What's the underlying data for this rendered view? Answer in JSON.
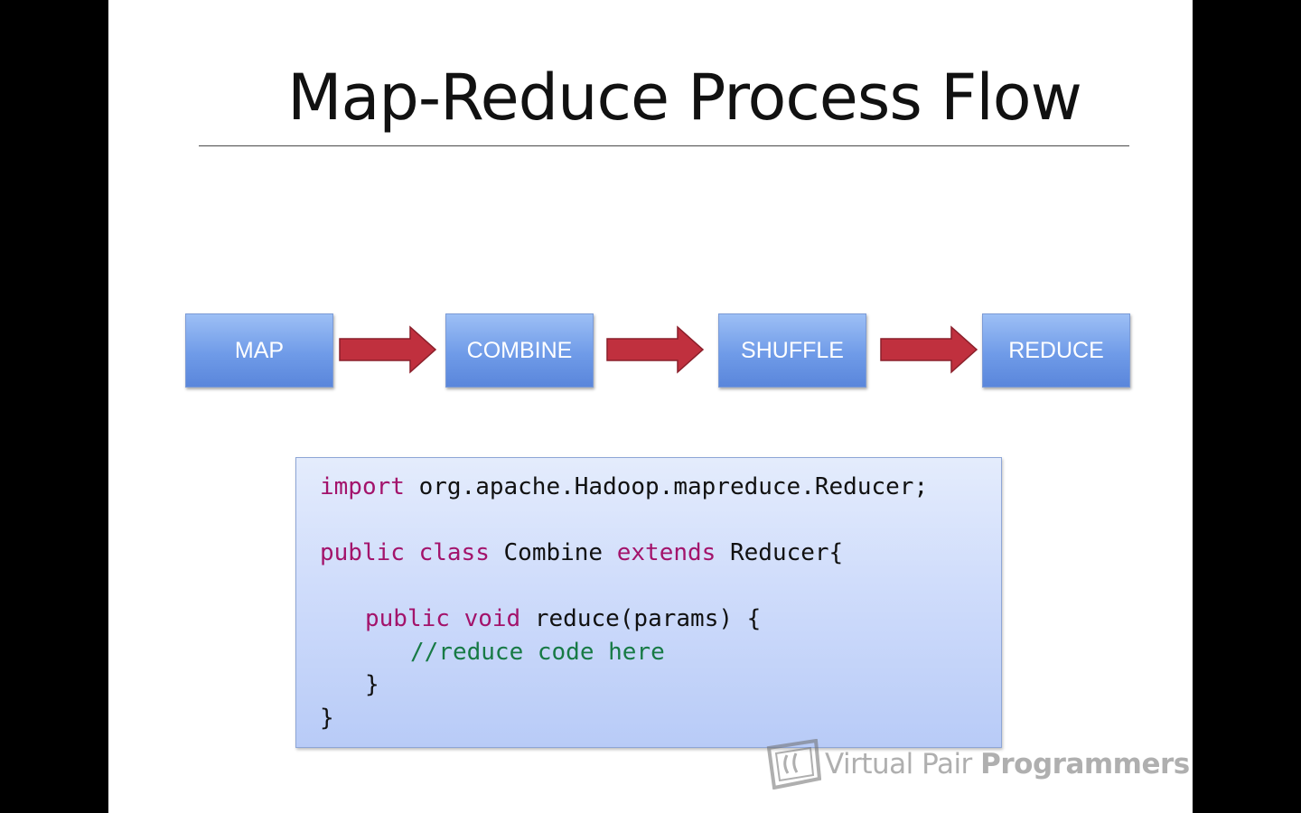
{
  "slide": {
    "title": "Map-Reduce Process Flow"
  },
  "flow": {
    "steps": [
      "MAP",
      "COMBINE",
      "SHUFFLE",
      "REDUCE"
    ]
  },
  "code": {
    "import_kw": "import",
    "import_rest": " org.apache.Hadoop.mapreduce.Reducer;",
    "line2_public": "public",
    "line2_class": "class",
    "line2_name": " Combine ",
    "line2_extends": "extends",
    "line2_rest": " Reducer{",
    "line3_public": "public",
    "line3_void": "void",
    "line3_rest": " reduce(params) {",
    "comment": "//reduce code here",
    "close_inner": "}",
    "close_outer": "}"
  },
  "watermark": {
    "light": "Virtual Pair ",
    "strong": "Programmers"
  },
  "colors": {
    "box_top": "#9dbff5",
    "box_bottom": "#5a86db",
    "arrow_fill": "#c0303e",
    "keyword": "#a3136b",
    "comment": "#177a45"
  },
  "icons": {
    "arrow": "right-arrow-icon",
    "logo": "vpp-logo-icon"
  }
}
